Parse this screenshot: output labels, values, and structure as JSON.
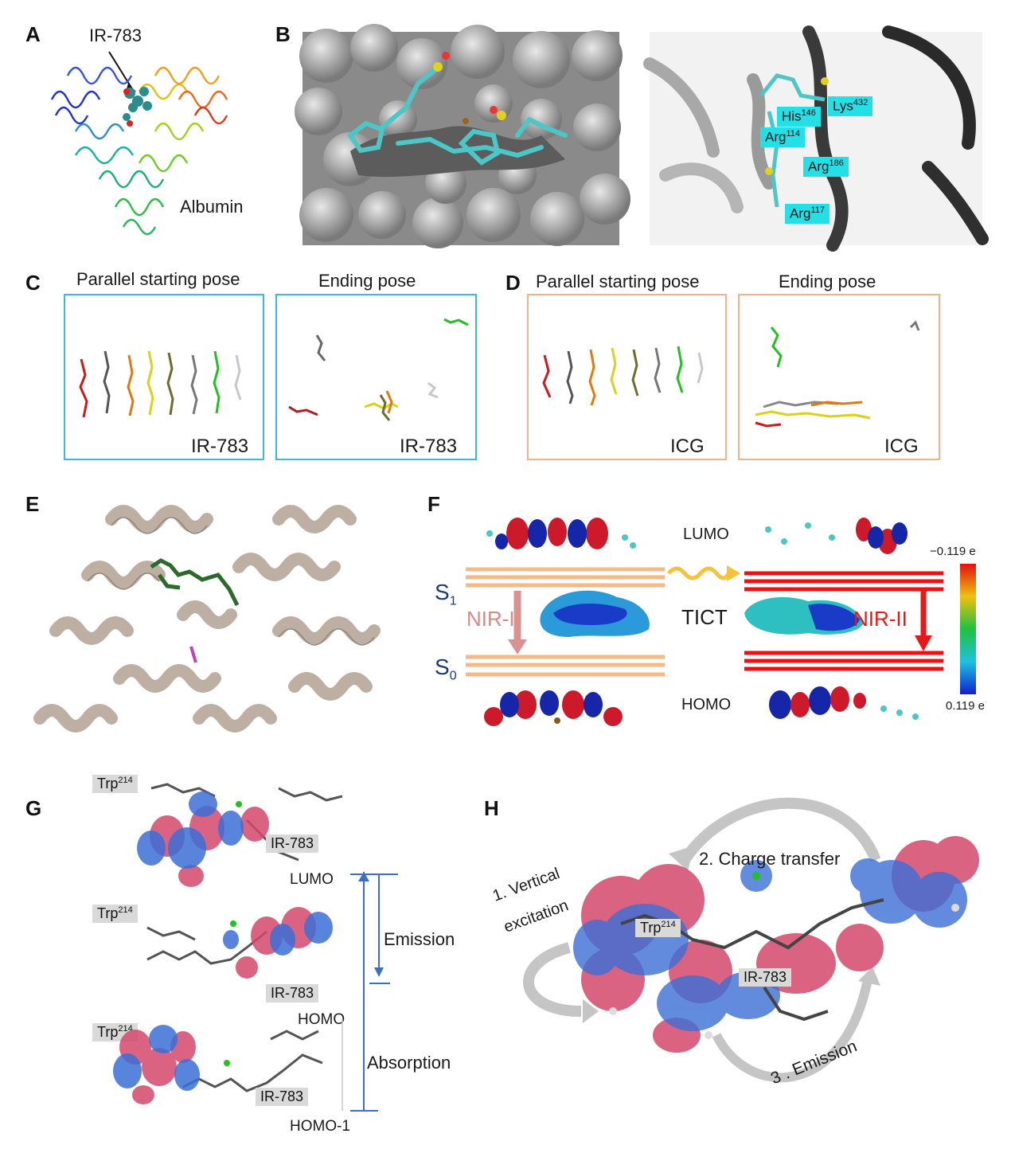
{
  "panels": {
    "A": {
      "label": "A",
      "ir783": "IR-783",
      "albumin": "Albumin"
    },
    "B": {
      "label": "B",
      "residues": [
        {
          "name": "His",
          "num": "146"
        },
        {
          "name": "Lys",
          "num": "432"
        },
        {
          "name": "Arg",
          "num": "114"
        },
        {
          "name": "Arg",
          "num": "186"
        },
        {
          "name": "Arg",
          "num": "117"
        }
      ]
    },
    "C": {
      "label": "C",
      "start_title": "Parallel starting pose",
      "end_title": "Ending pose",
      "dye": "IR-783"
    },
    "D": {
      "label": "D",
      "start_title": "Parallel starting pose",
      "end_title": "Ending pose",
      "dye": "ICG"
    },
    "E": {
      "label": "E"
    },
    "F": {
      "label": "F",
      "lumo": "LUMO",
      "homo": "HOMO",
      "s1": "S",
      "s1_sub": "1",
      "s0": "S",
      "s0_sub": "0",
      "nir1": "NIR-I",
      "nir2": "NIR-II",
      "tict": "TICT",
      "scale_top": "−0.119 e",
      "scale_bottom": "0.119 e"
    },
    "G": {
      "label": "G",
      "trp": "Trp",
      "trp_num": "214",
      "ir783": "IR-783",
      "lumo": "LUMO",
      "homo": "HOMO",
      "homo1": "HOMO-1",
      "emission": "Emission",
      "absorption": "Absorption"
    },
    "H": {
      "label": "H",
      "step1a": "1. Vertical",
      "step1b": "excitation",
      "step2": "2. Charge transfer",
      "step3": "3 . Emission",
      "trp": "Trp",
      "trp_num": "214",
      "ir783": "IR-783"
    }
  },
  "colors": {
    "cyan_box": "#3bb8e6",
    "orange_box": "#f0b287",
    "orange_level": "#f4b987",
    "red_level": "#ee1111",
    "nir1_arrow": "#d99191",
    "nir2_arrow": "#e81818",
    "lumo_red": "#cc1a2a",
    "lumo_blue": "#1626a8",
    "orbital_pink": "#d4486c",
    "orbital_blue": "#3b6fd6",
    "arrow_blue": "#3a6fc4"
  }
}
